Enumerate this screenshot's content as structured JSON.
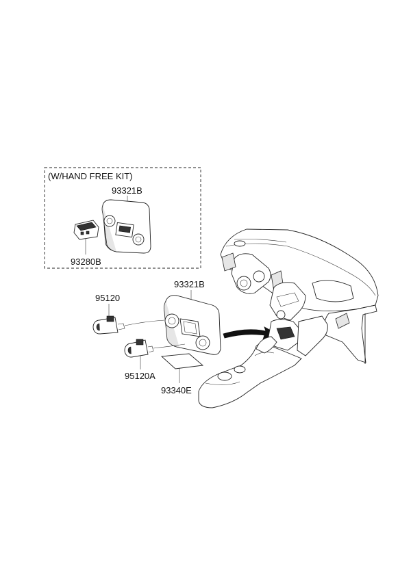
{
  "inset": {
    "title": "(W/HAND FREE KIT)",
    "labels": [
      "93321B",
      "93280B"
    ]
  },
  "parts": {
    "bezel": "93321B",
    "socket_upper": "95120",
    "socket_lower": "95120A",
    "label_sheet": "93340E"
  }
}
